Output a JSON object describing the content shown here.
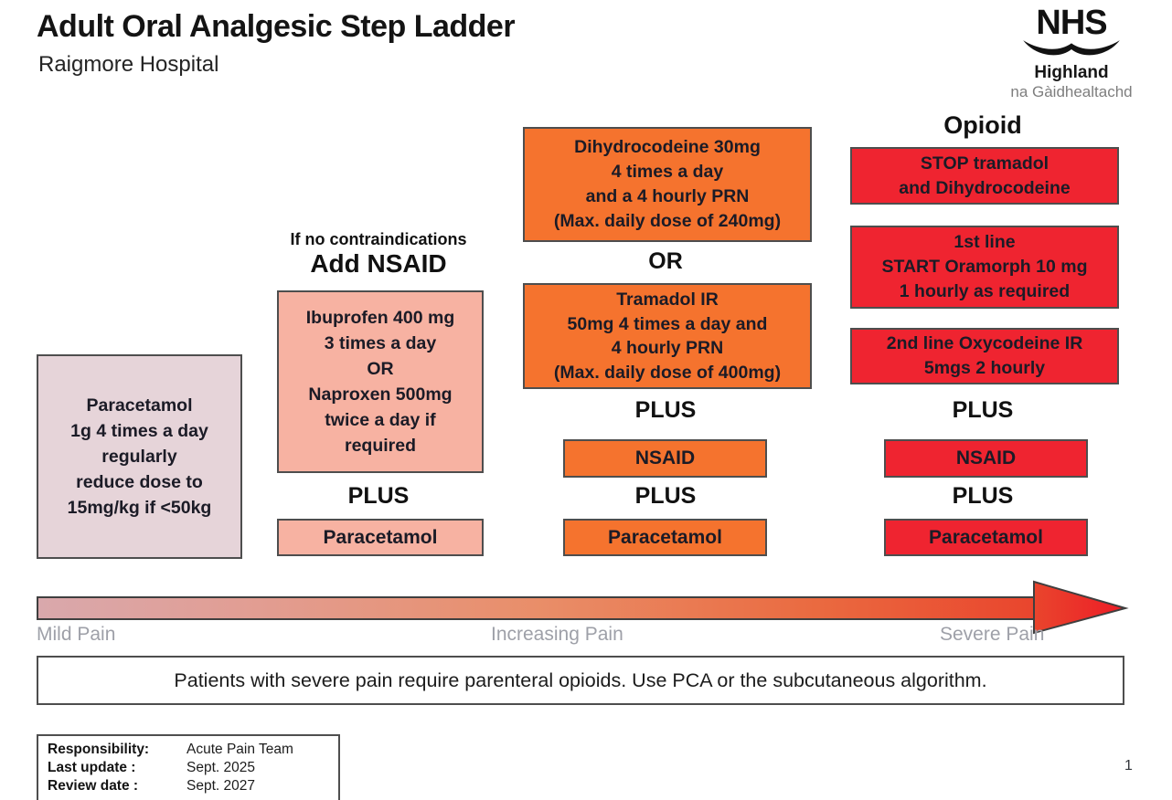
{
  "page": {
    "title": "Adult Oral Analgesic Step Ladder",
    "subtitle": "Raigmore Hospital",
    "page_number": "1"
  },
  "logo": {
    "nhs": "NHS",
    "region": "Highland",
    "gaelic": "na Gàidhealtachd"
  },
  "colors": {
    "mauve": "#E6D4D9",
    "salmon": "#F7B2A2",
    "orange": "#F5732E",
    "red": "#EF2430",
    "pain_label_gray": "#9EA0A8"
  },
  "step1": {
    "box_paracetamol": "Paracetamol\n1g 4 times a day\nregularly\nreduce dose to\n15mg/kg if <50kg"
  },
  "step2": {
    "note": "If no contraindications",
    "heading": "Add NSAID",
    "box_nsaid_options": "Ibuprofen 400 mg\n3 times a day\nOR\nNaproxen 500mg\ntwice a day if\nrequired",
    "plus": "PLUS",
    "box_paracetamol": "Paracetamol"
  },
  "step3": {
    "box_dihydrocodeine": "Dihydrocodeine 30mg\n4 times a day\nand a 4 hourly PRN\n(Max. daily dose of 240mg)",
    "or": "OR",
    "box_tramadol": "Tramadol IR\n50mg 4 times a day and\n4 hourly PRN\n(Max. daily dose of 400mg)",
    "plus1": "PLUS",
    "box_nsaid": "NSAID",
    "plus2": "PLUS",
    "box_paracetamol": "Paracetamol"
  },
  "step4": {
    "heading": "Opioid",
    "box_stop": "STOP tramadol\nand Dihydrocodeine",
    "box_first_line": "1st line\nSTART Oramorph 10 mg\n1 hourly as required",
    "box_second_line": "2nd line Oxycodeine IR\n5mgs 2 hourly",
    "plus1": "PLUS",
    "box_nsaid": "NSAID",
    "plus2": "PLUS",
    "box_paracetamol": "Paracetamol"
  },
  "pain_scale": {
    "mild": "Mild Pain",
    "increasing": "Increasing Pain",
    "severe": "Severe Pain"
  },
  "notice": "Patients with severe pain require parenteral opioids. Use PCA or the subcutaneous algorithm.",
  "meta": {
    "rows": [
      {
        "label": "Responsibility:",
        "value": "Acute Pain Team"
      },
      {
        "label": "Last update :",
        "value": "Sept. 2025"
      },
      {
        "label": "Review date :",
        "value": "Sept. 2027"
      }
    ]
  }
}
